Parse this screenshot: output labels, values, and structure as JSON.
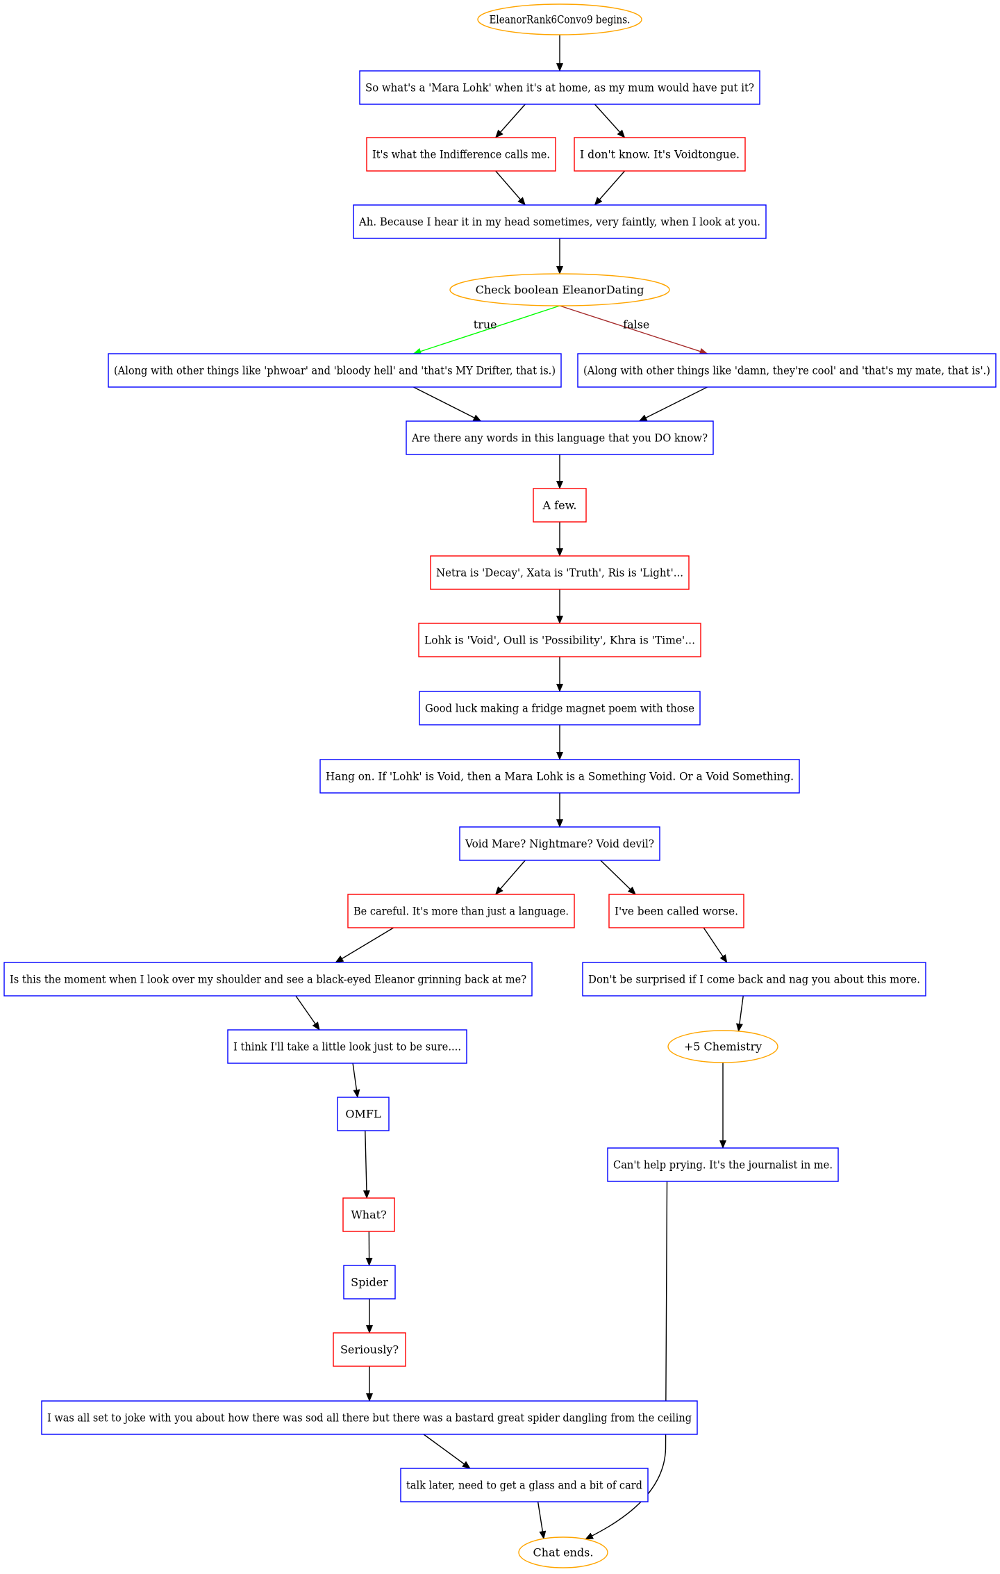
{
  "colors": {
    "start_end": "#FFA500",
    "npc_line": "#0000FF",
    "player_choice": "#FF0000",
    "edge": "#000000",
    "edge_true": "#00FF00",
    "edge_false": "#A52A2A"
  },
  "nodes": [
    {
      "id": "start",
      "shape": "ellipse",
      "kind": "start_end",
      "label": "EleanorRank6Convo9 begins."
    },
    {
      "id": "n1",
      "shape": "box",
      "kind": "npc_line",
      "label": "So what's a 'Mara Lohk' when it's at home, as my mum would have put it?"
    },
    {
      "id": "c1",
      "shape": "box",
      "kind": "player_choice",
      "label": "It's what the Indifference calls me."
    },
    {
      "id": "c2",
      "shape": "box",
      "kind": "player_choice",
      "label": "I don't know. It's Voidtongue."
    },
    {
      "id": "n2",
      "shape": "box",
      "kind": "npc_line",
      "label": "Ah. Because I hear it in my head sometimes, very faintly, when I look at you."
    },
    {
      "id": "check",
      "shape": "ellipse",
      "kind": "start_end",
      "label": "Check boolean EleanorDating"
    },
    {
      "id": "t1",
      "shape": "box",
      "kind": "npc_line",
      "label": "(Along with other things like 'phwoar' and 'bloody hell' and 'that's MY Drifter, that is.)"
    },
    {
      "id": "f1",
      "shape": "box",
      "kind": "npc_line",
      "label": "(Along with other things like 'damn, they're cool' and 'that's my mate, that is'.)"
    },
    {
      "id": "n3",
      "shape": "box",
      "kind": "npc_line",
      "label": "Are there any words in this language that you DO know?"
    },
    {
      "id": "c3",
      "shape": "box",
      "kind": "player_choice",
      "label": "A few."
    },
    {
      "id": "c4",
      "shape": "box",
      "kind": "player_choice",
      "label": "Netra is 'Decay', Xata is 'Truth', Ris is 'Light'..."
    },
    {
      "id": "c5",
      "shape": "box",
      "kind": "player_choice",
      "label": "Lohk is 'Void', Oull is 'Possibility', Khra is 'Time'..."
    },
    {
      "id": "n4",
      "shape": "box",
      "kind": "npc_line",
      "label": "Good luck making a fridge magnet poem with those"
    },
    {
      "id": "n5",
      "shape": "box",
      "kind": "npc_line",
      "label": "Hang on. If 'Lohk' is Void, then a Mara Lohk is a Something Void. Or a Void Something."
    },
    {
      "id": "n6",
      "shape": "box",
      "kind": "npc_line",
      "label": "Void Mare? Nightmare? Void devil?"
    },
    {
      "id": "c6",
      "shape": "box",
      "kind": "player_choice",
      "label": "Be careful. It's more than just a language."
    },
    {
      "id": "c7",
      "shape": "box",
      "kind": "player_choice",
      "label": "I've been called worse."
    },
    {
      "id": "n7",
      "shape": "box",
      "kind": "npc_line",
      "label": "Is this the moment when I look over my shoulder and see a black-eyed Eleanor grinning back at me?"
    },
    {
      "id": "n8",
      "shape": "box",
      "kind": "npc_line",
      "label": "Don't be surprised if I come back and nag you about this more."
    },
    {
      "id": "n9",
      "shape": "box",
      "kind": "npc_line",
      "label": "I think I'll take a little look just to be sure...."
    },
    {
      "id": "chem",
      "shape": "ellipse",
      "kind": "start_end",
      "label": "+5 Chemistry"
    },
    {
      "id": "n10",
      "shape": "box",
      "kind": "npc_line",
      "label": "OMFL"
    },
    {
      "id": "n11",
      "shape": "box",
      "kind": "npc_line",
      "label": "Can't help prying. It's the journalist in me."
    },
    {
      "id": "c8",
      "shape": "box",
      "kind": "player_choice",
      "label": "What?"
    },
    {
      "id": "n12",
      "shape": "box",
      "kind": "npc_line",
      "label": "Spider"
    },
    {
      "id": "c9",
      "shape": "box",
      "kind": "player_choice",
      "label": "Seriously?"
    },
    {
      "id": "n13",
      "shape": "box",
      "kind": "npc_line",
      "label": "I was all set to joke with you about how there was sod all there but there was a bastard great spider dangling from the ceiling"
    },
    {
      "id": "n14",
      "shape": "box",
      "kind": "npc_line",
      "label": "talk later, need to get a glass and a bit of card"
    },
    {
      "id": "end",
      "shape": "ellipse",
      "kind": "start_end",
      "label": "Chat ends."
    }
  ],
  "edges": [
    {
      "from": "start",
      "to": "n1"
    },
    {
      "from": "n1",
      "to": "c1"
    },
    {
      "from": "n1",
      "to": "c2"
    },
    {
      "from": "c1",
      "to": "n2"
    },
    {
      "from": "c2",
      "to": "n2"
    },
    {
      "from": "n2",
      "to": "check"
    },
    {
      "from": "check",
      "to": "t1",
      "label": "true",
      "kind": "edge_true"
    },
    {
      "from": "check",
      "to": "f1",
      "label": "false",
      "kind": "edge_false"
    },
    {
      "from": "t1",
      "to": "n3"
    },
    {
      "from": "f1",
      "to": "n3"
    },
    {
      "from": "n3",
      "to": "c3"
    },
    {
      "from": "c3",
      "to": "c4"
    },
    {
      "from": "c4",
      "to": "c5"
    },
    {
      "from": "c5",
      "to": "n4"
    },
    {
      "from": "n4",
      "to": "n5"
    },
    {
      "from": "n5",
      "to": "n6"
    },
    {
      "from": "n6",
      "to": "c6"
    },
    {
      "from": "n6",
      "to": "c7"
    },
    {
      "from": "c6",
      "to": "n7"
    },
    {
      "from": "c7",
      "to": "n8"
    },
    {
      "from": "n7",
      "to": "n9"
    },
    {
      "from": "n8",
      "to": "chem"
    },
    {
      "from": "n9",
      "to": "n10"
    },
    {
      "from": "chem",
      "to": "n11"
    },
    {
      "from": "n10",
      "to": "c8"
    },
    {
      "from": "c8",
      "to": "n12"
    },
    {
      "from": "n12",
      "to": "c9"
    },
    {
      "from": "c9",
      "to": "n13"
    },
    {
      "from": "n13",
      "to": "n14"
    },
    {
      "from": "n14",
      "to": "end"
    },
    {
      "from": "n11",
      "to": "end",
      "curved": true
    }
  ]
}
